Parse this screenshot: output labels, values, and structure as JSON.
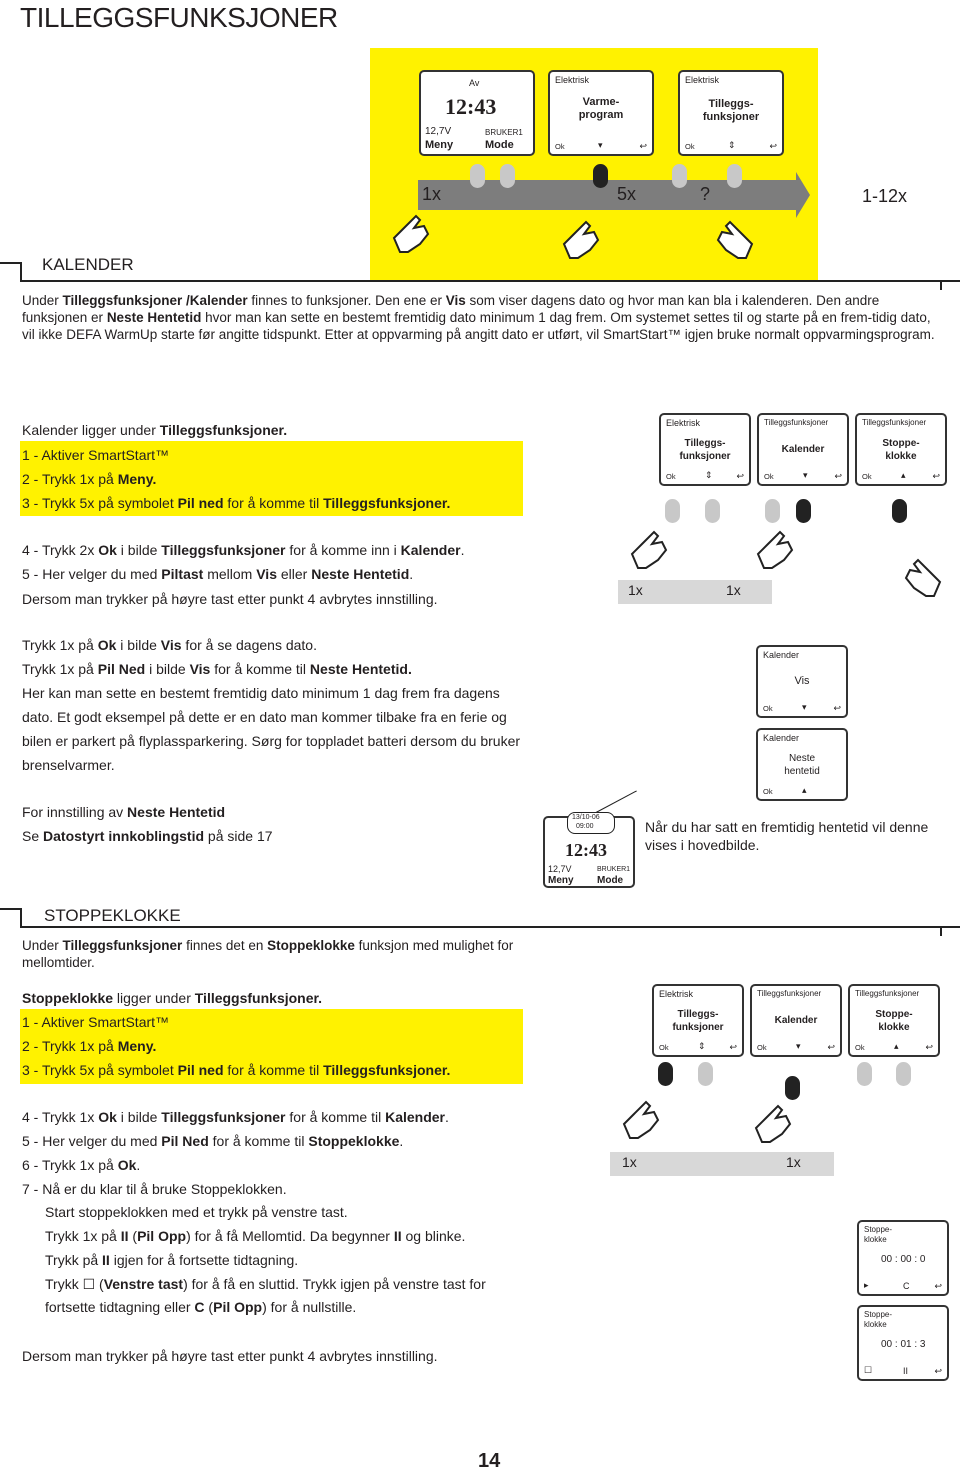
{
  "page_title": "TILLEGGSFUNKSJONER",
  "top_diagram": {
    "screen1": {
      "top": "Av",
      "time": "12:43",
      "volt": "12,7V",
      "user": "BRUKER1",
      "left_btn": "Meny",
      "right_btn": "Mode"
    },
    "screen2": {
      "header": "Elektrisk",
      "title": "Varme-\nprogram",
      "ok": "Ok"
    },
    "screen3": {
      "header": "Elektrisk",
      "title": "Tilleggs-\nfunksjoner",
      "ok": "Ok"
    },
    "label_1x": "1x",
    "label_5x": "5x",
    "label_q": "?",
    "label_range": "1-12x"
  },
  "kalender": {
    "heading": "KALENDER",
    "intro": [
      [
        "Under ",
        {
          "b": "Tilleggsfunksjoner /Kalender"
        },
        " finnes to funksjoner. Den ene er ",
        {
          "b": "Vis"
        },
        " som viser dagens dato og hvor man kan bla i kalenderen. Den andre funksjonen er ",
        {
          "b": "Neste Hentetid"
        },
        " hvor man kan sette en bestemt fremtidig dato minimum 1 dag frem. Om systemet settes til og starte på en frem-tidig dato, vil ikke DEFA WarmUp starte før angitte tidspunkt. Etter at oppvarming på angitt dato er utført, vil SmartStart™ igjen bruke normalt oppvarmingsprogram."
      ]
    ],
    "step_intro": [
      "Kalender ligger under ",
      {
        "b": "Tilleggsfunksjoner."
      }
    ],
    "steps_yellow": [
      [
        "1 - Aktiver SmartStart™"
      ],
      [
        "2 - Trykk 1x på ",
        {
          "b": "Meny."
        }
      ],
      [
        "3 - Trykk 5x på symbolet ",
        {
          "b": "Pil ned"
        },
        " for å komme til ",
        {
          "b": "Tilleggsfunksjoner."
        }
      ]
    ],
    "steps2": [
      [
        "4 - Trykk 2x ",
        {
          "b": "Ok"
        },
        " i bilde ",
        {
          "b": "Tilleggsfunksjoner"
        },
        " for å komme inn i ",
        {
          "b": "Kalender"
        },
        "."
      ],
      [
        "5 - Her velger du med ",
        {
          "b": "Piltast"
        },
        " mellom ",
        {
          "b": "Vis"
        },
        " eller ",
        {
          "b": "Neste Hentetid"
        },
        "."
      ],
      [
        "Dersom man trykker på høyre tast etter punkt 4 avbrytes innstilling."
      ]
    ],
    "screens": [
      {
        "header": "Elektrisk",
        "title": "Tilleggs-\nfunksjoner",
        "ok": "Ok"
      },
      {
        "header": "Tilleggsfunksjoner",
        "title": "Kalender",
        "ok": "Ok"
      },
      {
        "header": "Tilleggsfunksjoner",
        "title": "Stoppe-\nklokke",
        "ok": "Ok"
      }
    ],
    "label_1x_a": "1x",
    "label_1x_b": "1x",
    "vis_text": [
      [
        "Trykk 1x på ",
        {
          "b": "Ok"
        },
        " i bilde ",
        {
          "b": "Vis"
        },
        " for å se dagens dato."
      ],
      [
        "Trykk 1x på ",
        {
          "b": "Pil Ned"
        },
        " i bilde ",
        {
          "b": "Vis"
        },
        " for å komme til ",
        {
          "b": "Neste Hentetid."
        }
      ],
      [
        "Her kan man sette  en bestemt fremtidig dato minimum 1 dag frem fra dagens"
      ],
      [
        "dato. Et godt eksempel på dette er en dato man kommer tilbake fra en ferie og"
      ],
      [
        "bilen er parkert på flyplassparkering. Sørg for toppladet batteri dersom du bruker"
      ],
      [
        "brenselvarmer."
      ]
    ],
    "screen_vis": {
      "header": "Kalender",
      "title": "Vis",
      "ok": "Ok"
    },
    "screen_neste": {
      "header": "Kalender",
      "title": "Neste\nhentetid",
      "ok": "Ok"
    },
    "innstilling": [
      [
        "For innstilling av ",
        {
          "b": "Neste Hentetid"
        }
      ],
      [
        "Se ",
        {
          "b": "Datostyrt innkoblingstid"
        },
        " på side 17"
      ]
    ],
    "home": {
      "date": "13/10-06",
      "time_small": "09:00",
      "time": "12:43",
      "volt": "12,7V",
      "user": "BRUKER1",
      "left_btn": "Meny",
      "right_btn": "Mode"
    },
    "note": "Når du har satt en fremtidig hentetid vil denne vises i hovedbilde."
  },
  "stoppeklokke": {
    "heading": "STOPPEKLOKKE",
    "intro": [
      "Under ",
      {
        "b": "Tilleggsfunksjoner"
      },
      " finnes det en ",
      {
        "b": "Stoppeklokke"
      },
      " funksjon med mulighet for mellomtider."
    ],
    "step_intro": [
      {
        "b": "Stoppeklokke"
      },
      " ligger under ",
      {
        "b": "Tilleggsfunksjoner."
      }
    ],
    "steps_yellow": [
      [
        "1 - Aktiver SmartStart™"
      ],
      [
        "2 - Trykk 1x på ",
        {
          "b": "Meny."
        }
      ],
      [
        "3 - Trykk 5x på symbolet ",
        {
          "b": "Pil ned"
        },
        " for å komme til ",
        {
          "b": "Tilleggsfunksjoner."
        }
      ]
    ],
    "steps2": [
      [
        "4 - Trykk 1x ",
        {
          "b": "Ok"
        },
        " i bilde ",
        {
          "b": "Tilleggsfunksjoner"
        },
        " for å komme til ",
        {
          "b": "Kalender"
        },
        "."
      ],
      [
        "5 - Her velger du med ",
        {
          "b": "Pil Ned"
        },
        " for å komme til ",
        {
          "b": "Stoppeklokke"
        },
        "."
      ],
      [
        "6 - Trykk 1x på ",
        {
          "b": "Ok"
        },
        "."
      ],
      [
        "7 - Nå er du klar til å bruke Stoppeklokken."
      ]
    ],
    "steps3": [
      [
        "Start stoppeklokken med et trykk på venstre tast."
      ],
      [
        "Trykk 1x på ",
        {
          "b": "II"
        },
        " (",
        {
          "b": "Pil Opp"
        },
        ") for å få Mellomtid. Da begynner ",
        {
          "b": "II"
        },
        " og blinke."
      ],
      [
        "Trykk på ",
        {
          "b": "II"
        },
        " igjen for å fortsette tidtagning."
      ],
      [
        "Trykk ☐ (",
        {
          "b": "Venstre tast"
        },
        ") for å få en sluttid. Trykk igjen på venstre tast for"
      ],
      [
        "fortsette tidtagning eller ",
        {
          "b": "C"
        },
        " (",
        {
          "b": "Pil Opp"
        },
        ") for å nullstille."
      ]
    ],
    "final": "Dersom man trykker på høyre tast etter punkt 4 avbrytes innstilling.",
    "screens": [
      {
        "header": "Elektrisk",
        "title": "Tilleggs-\nfunksjoner",
        "ok": "Ok"
      },
      {
        "header": "Tilleggsfunksjoner",
        "title": "Kalender",
        "ok": "Ok"
      },
      {
        "header": "Tilleggsfunksjoner",
        "title": "Stoppe-\nklokke",
        "ok": "Ok"
      }
    ],
    "label_1x_a": "1x",
    "label_1x_b": "1x",
    "sw1": {
      "header": "Stoppe-\nklokke",
      "time": "00 : 00 : 0",
      "btn_mid": "C"
    },
    "sw2": {
      "header": "Stoppe-\nklokke",
      "time": "00 : 01 : 3",
      "btn_mid": "II"
    }
  },
  "page_number": "14",
  "colors": {
    "yellow": "#fff200",
    "grey_bar": "#7d7d7d",
    "text": "#231f20"
  }
}
